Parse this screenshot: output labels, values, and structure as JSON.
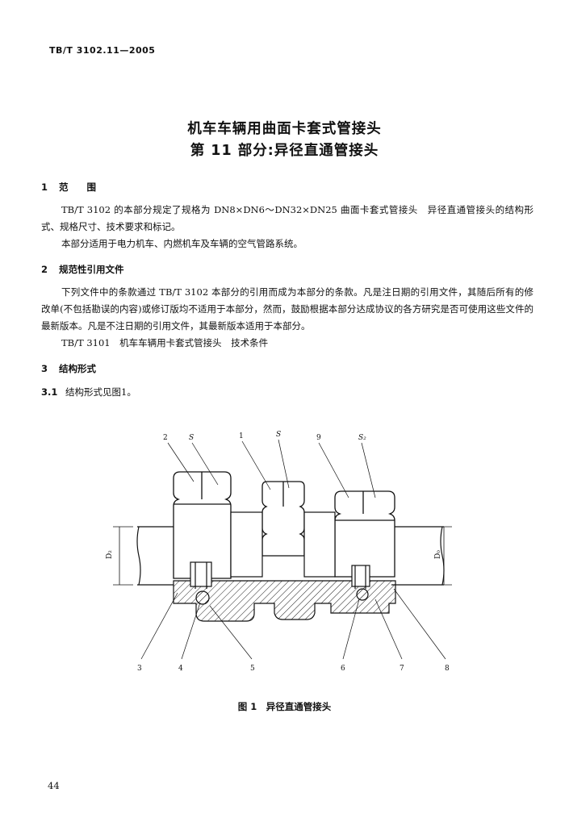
{
  "header": {
    "standard_no": "TB/T 3102.11—2005"
  },
  "title": {
    "line1": "机车车辆用曲面卡套式管接头",
    "line2": "第 11 部分:异径直通管接头"
  },
  "sections": {
    "s1": {
      "num": "1",
      "heading": "范　　围",
      "p1": "TB/T 3102 的本部分规定了规格为 DN8×DN6～DN32×DN25 曲面卡套式管接头　异径直通管接头的结构形式、规格尺寸、技术要求和标记。",
      "p2": "本部分适用于电力机车、内燃机车及车辆的空气管路系统。"
    },
    "s2": {
      "num": "2",
      "heading": "规范性引用文件",
      "p1": "下列文件中的条款通过 TB/T 3102 本部分的引用而成为本部分的条款。凡是注日期的引用文件，其随后所有的修改单(不包括勘误的内容)或修订版均不适用于本部分，然而，鼓励根据本部分达成协议的各方研究是否可使用这些文件的最新版本。凡是不注日期的引用文件，其最新版本适用于本部分。",
      "ref": "TB/T 3101　机车车辆用卡套式管接头　技术条件"
    },
    "s3": {
      "num": "3",
      "heading": "结构形式",
      "sub_num": "3.1",
      "sub_text": "结构形式见图1。"
    }
  },
  "figure": {
    "caption": "图 1　异径直通管接头",
    "labels": {
      "top": [
        "2",
        "S",
        "1",
        "S",
        "9",
        "S₂"
      ],
      "bottom": [
        "3",
        "4",
        "5",
        "6",
        "7",
        "8"
      ],
      "dim_left": "D₂",
      "dim_right": "D₀"
    }
  },
  "page_number": "44"
}
